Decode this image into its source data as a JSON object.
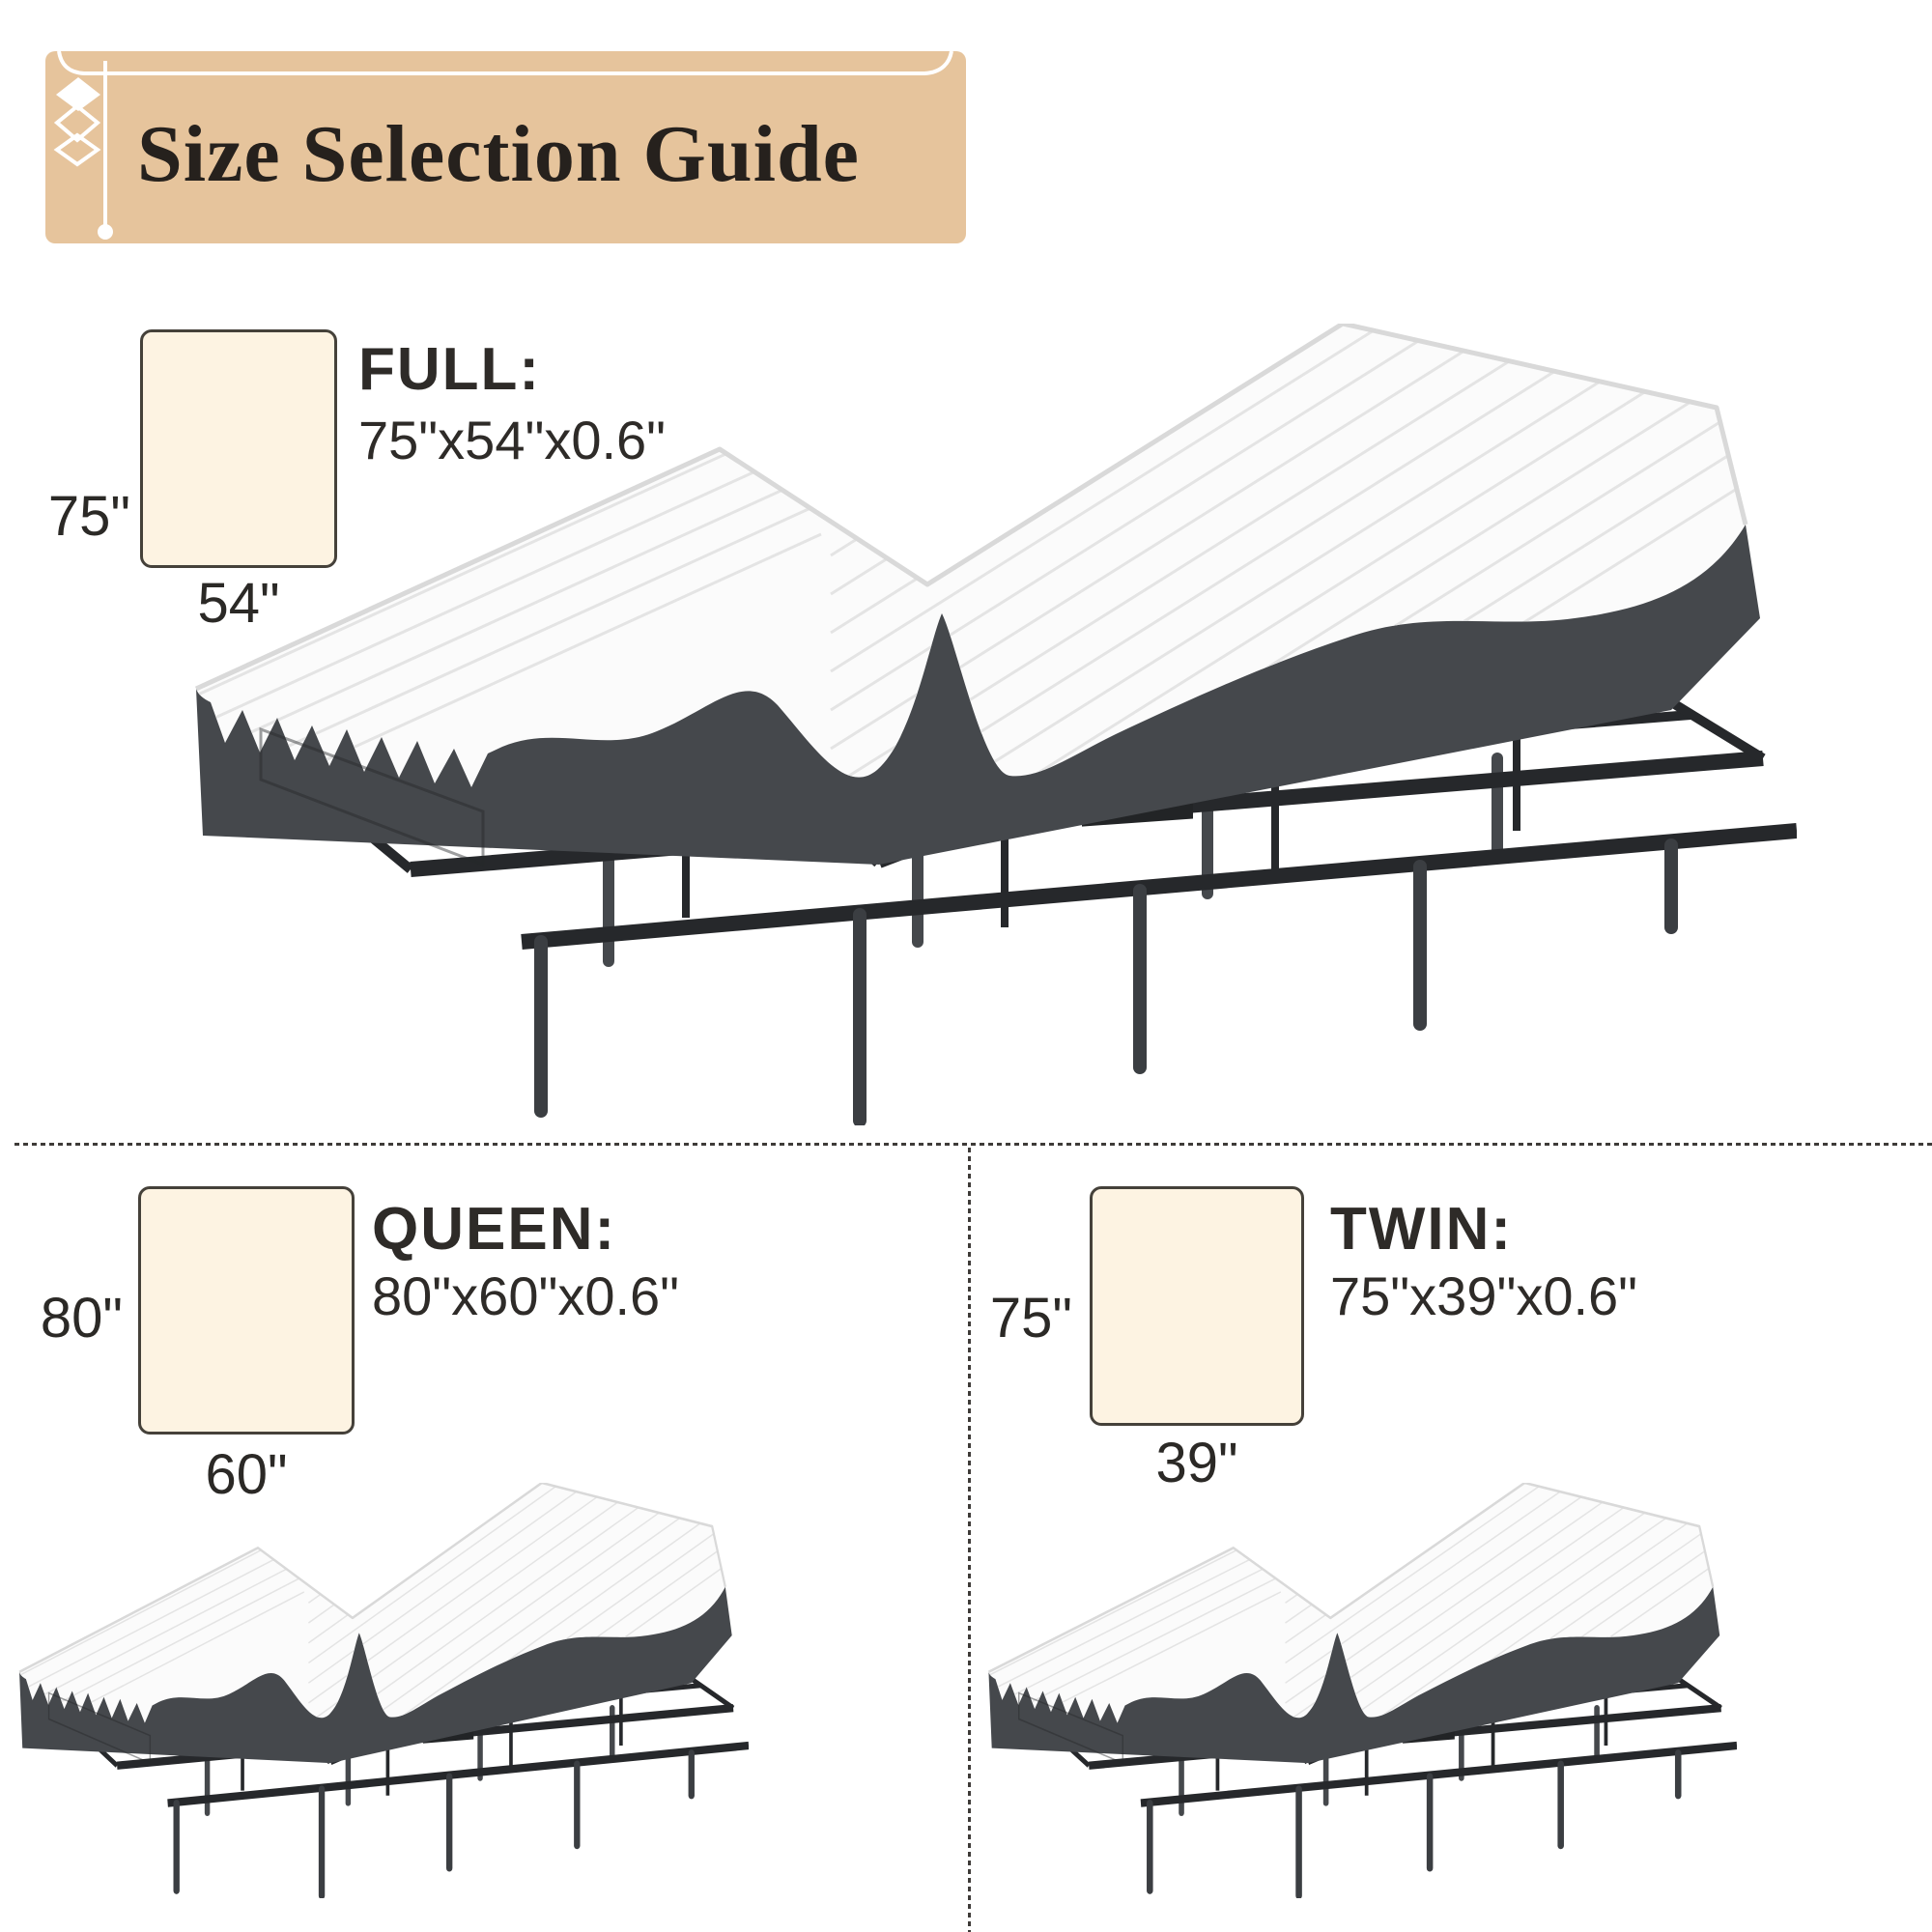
{
  "banner": {
    "title": "Size Selection Guide",
    "bg_color": "#e6c49c",
    "text_color": "#26211d",
    "ornament_color": "#ffffff",
    "ornament_icon": "diamond-chain-corner-ornament"
  },
  "sections": {
    "full": {
      "name": "FULL:",
      "dimensions": "75\"x54\"x0.6\"",
      "length_label": "75\"",
      "width_label": "54\""
    },
    "queen": {
      "name": "QUEEN:",
      "dimensions": "80\"x60\"x0.6\"",
      "length_label": "80\"",
      "width_label": "60\""
    },
    "twin": {
      "name": "TWIN:",
      "dimensions": "75\"x39\"x0.6\"",
      "length_label": "75\"",
      "width_label": "39\""
    }
  },
  "swatch": {
    "fill": "#fdf3e2",
    "border": "#45413a"
  },
  "divider_color": "#3e3b38",
  "bed_illustration": {
    "description": "adjustable-bed-with-mattress",
    "mattress_top": "#fbfbfb",
    "quilt_line": "#e4e4e4",
    "mattress_base": "#45484c",
    "frame": "#26282b",
    "legs": "#3b3e42"
  }
}
